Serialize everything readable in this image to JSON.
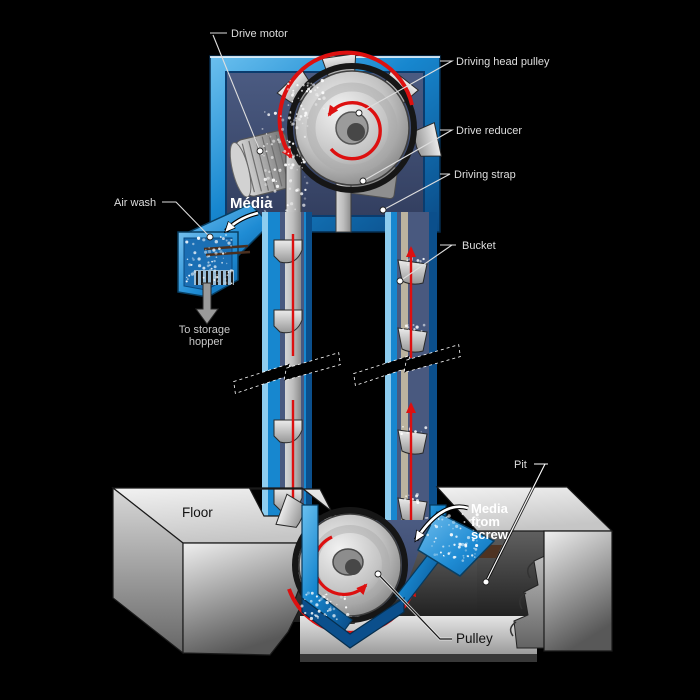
{
  "diagram": {
    "labels": {
      "drive_motor": "Drive motor",
      "driving_head_pulley": "Driving head pulley",
      "drive_reducer": "Drive reducer",
      "driving_strap": "Driving strap",
      "bucket": "Bucket",
      "air_wash": "Air wash",
      "media": "Média",
      "to_storage_hopper": {
        "lines": [
          "To storage",
          "hopper"
        ]
      },
      "floor": "Floor",
      "pit": "Pit",
      "media_from_screw": {
        "lines": [
          "Media",
          "from",
          "screw"
        ]
      },
      "pulley": "Pulley"
    },
    "colors": {
      "background": "#000000",
      "housing_blue": "#1787cf",
      "housing_blue_light": "#8ecdef",
      "housing_blue_dark": "#0b4f8c",
      "interior_navy": "#45557b",
      "metal_light": "#e2e2e2",
      "metal_dark": "#8a8a8a",
      "concrete_light": "#e8e8e8",
      "concrete_dark": "#5a5a5a",
      "rotation_arrow_red": "#dd1010",
      "label_text": "#dedede",
      "label_text_dark": "#111111"
    }
  }
}
